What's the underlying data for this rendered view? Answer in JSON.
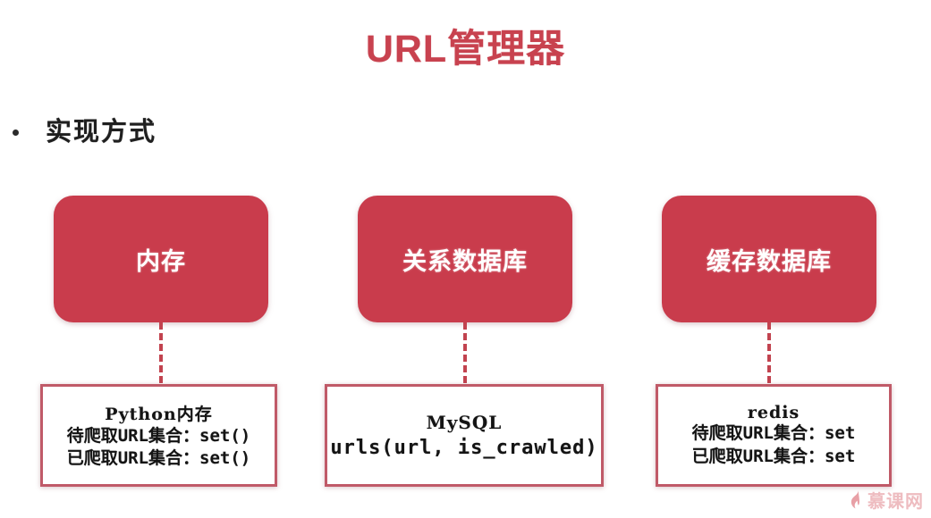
{
  "title": "URL管理器",
  "title_color": "#c8424f",
  "bullet": {
    "label": "实现方式",
    "marker": "bullet-dot"
  },
  "theme": {
    "card_fill": "#c93c4c",
    "card_text": "#ffffff",
    "box_border": "#c05a68",
    "connector": "#c2434f",
    "background": "#ffffff"
  },
  "columns": [
    {
      "card_label": "内存",
      "detail": {
        "header": "Python内存",
        "lines": [
          "待爬取URL集合：set()",
          "已爬取URL集合：set()"
        ]
      }
    },
    {
      "card_label": "关系数据库",
      "detail": {
        "header": "MySQL",
        "lines": [
          "urls(url, is_crawled)"
        ]
      }
    },
    {
      "card_label": "缓存数据库",
      "detail": {
        "header": "redis",
        "lines": [
          "待爬取URL集合：set",
          "已爬取URL集合：set"
        ]
      }
    }
  ],
  "watermark": {
    "text": "慕课网",
    "icon": "flame-icon",
    "color": "#eeb9bd"
  }
}
